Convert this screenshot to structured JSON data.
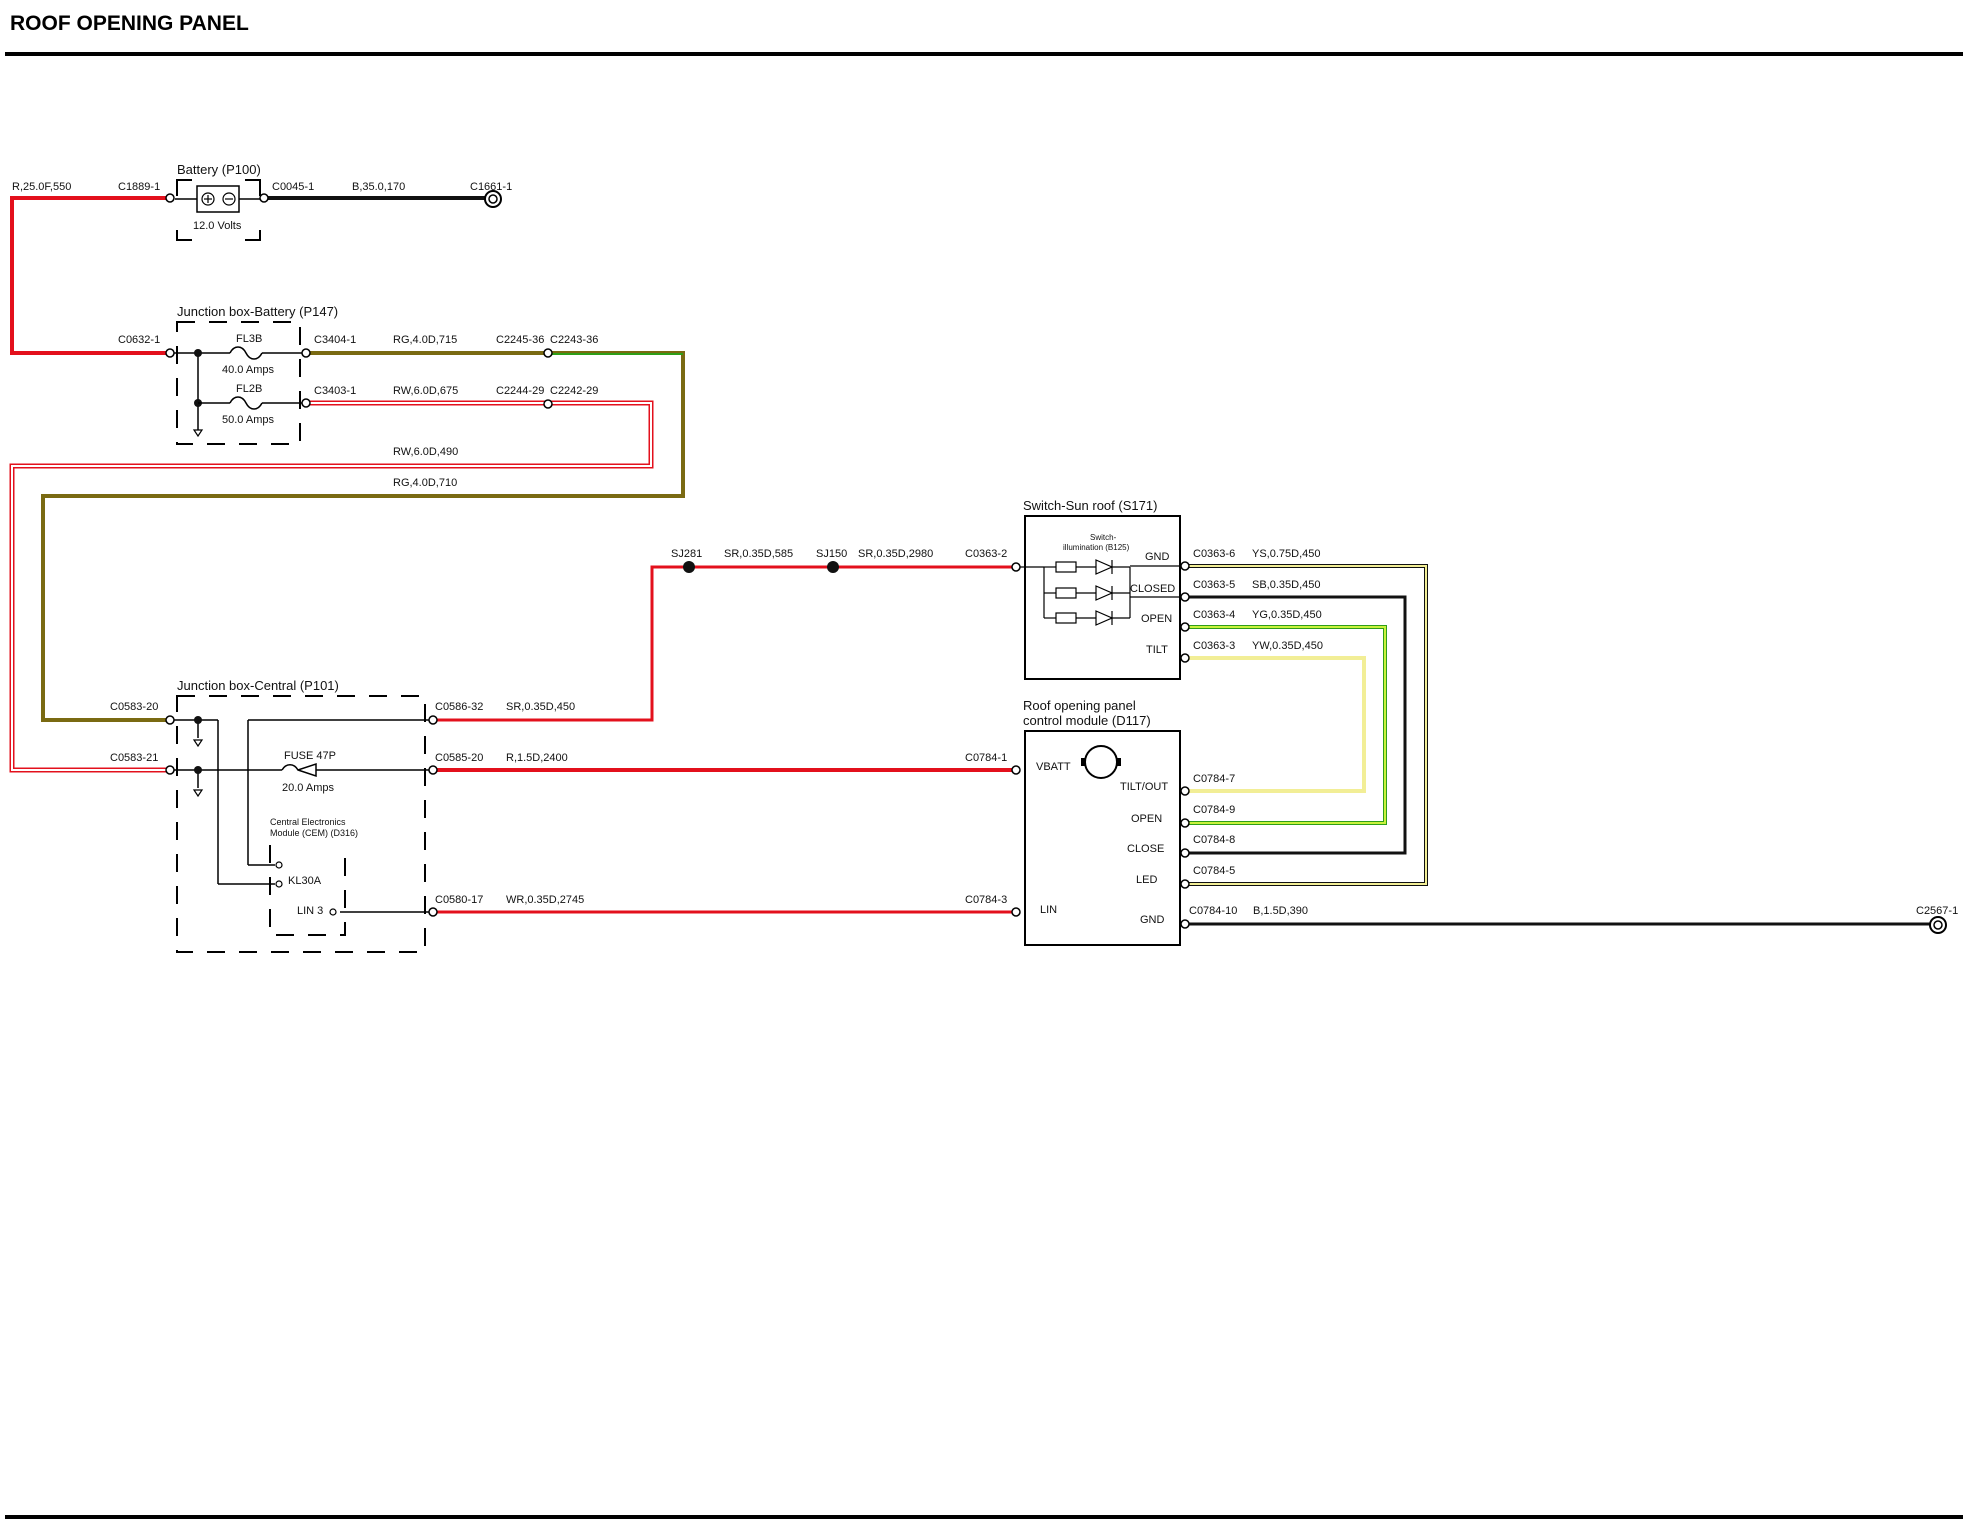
{
  "header": {
    "title": "ROOF OPENING PANEL"
  },
  "components": {
    "battery": {
      "name": "Battery (P100)",
      "rating": "12.0 Volts"
    },
    "jb_battery": {
      "name": "Junction box-Battery (P147)",
      "fuse1": "FL3B",
      "fuse1_rating": "40.0 Amps",
      "fuse2": "FL2B",
      "fuse2_rating": "50.0 Amps"
    },
    "jb_central": {
      "name": "Junction box-Central (P101)",
      "fuse": "FUSE 47P",
      "fuse_rating": "20.0 Amps"
    },
    "cem": {
      "name_line1": "Central Electronics",
      "name_line2": "Module (CEM) (D316)",
      "pin_kl30a": "KL30A",
      "pin_lin3": "LIN 3"
    },
    "switch": {
      "name": "Switch-Sun roof (S171)",
      "illum_line1": "Switch-",
      "illum_line2": "illumination (B125)",
      "pin_gnd": "GND",
      "pin_closed": "CLOSED",
      "pin_open": "OPEN",
      "pin_tilt": "TILT"
    },
    "module": {
      "name_line1": "Roof opening panel",
      "name_line2": "control module (D117)",
      "pin_vbatt": "VBATT",
      "pin_tilt_out": "TILT/OUT",
      "pin_open": "OPEN",
      "pin_close": "CLOSE",
      "pin_led": "LED",
      "pin_lin": "LIN",
      "pin_gnd": "GND"
    }
  },
  "connectors": {
    "c1889_1": "C1889-1",
    "c0045_1": "C0045-1",
    "c1661_1": "C1661-1",
    "c0632_1": "C0632-1",
    "c3404_1": "C3404-1",
    "c3403_1": "C3403-1",
    "c2245_36": "C2245-36",
    "c2243_36": "C2243-36",
    "c2244_29": "C2244-29",
    "c2242_29": "C2242-29",
    "c0583_20": "C0583-20",
    "c0583_21": "C0583-21",
    "c0586_32": "C0586-32",
    "c0585_20": "C0585-20",
    "c0580_17": "C0580-17",
    "sj281": "SJ281",
    "sj150": "SJ150",
    "c0363_2": "C0363-2",
    "c0363_6": "C0363-6",
    "c0363_5": "C0363-5",
    "c0363_4": "C0363-4",
    "c0363_3": "C0363-3",
    "c0784_1": "C0784-1",
    "c0784_3": "C0784-3",
    "c0784_7": "C0784-7",
    "c0784_9": "C0784-9",
    "c0784_8": "C0784-8",
    "c0784_5": "C0784-5",
    "c0784_10": "C0784-10",
    "c2567_1": "C2567-1"
  },
  "wires": {
    "w_r25": "R,25.0F,550",
    "w_b35": "B,35.0,170",
    "w_rg715": "RG,4.0D,715",
    "w_rw675": "RW,6.0D,675",
    "w_rw490": "RW,6.0D,490",
    "w_rg710": "RG,4.0D,710",
    "w_sr450": "SR,0.35D,450",
    "w_sr585": "SR,0.35D,585",
    "w_sr2980": "SR,0.35D,2980",
    "w_r2400": "R,1.5D,2400",
    "w_wr2745": "WR,0.35D,2745",
    "w_ys450": "YS,0.75D,450",
    "w_sb450": "SB,0.35D,450",
    "w_yg450": "YG,0.35D,450",
    "w_yw450": "YW,0.35D,450",
    "w_b390": "B,1.5D,390"
  },
  "colors": {
    "red": "#e3101c",
    "black": "#111111",
    "olive_green": "#7a6a12",
    "green": "#2e9e18",
    "pale_yellow": "#f2ee96",
    "light_green": "#c8f23c"
  }
}
